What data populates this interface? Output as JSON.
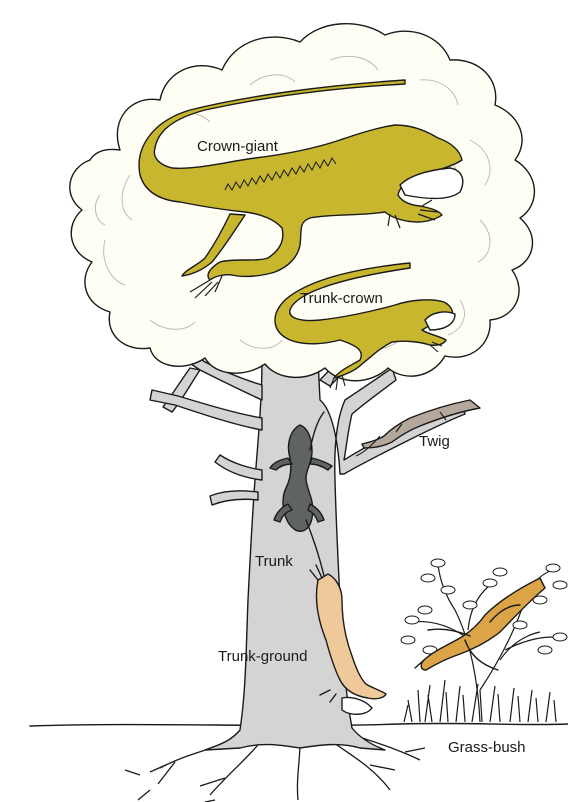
{
  "labels": {
    "crown_giant": "Crown-giant",
    "trunk_crown": "Trunk-crown",
    "twig": "Twig",
    "trunk": "Trunk",
    "trunk_ground": "Trunk-ground",
    "grass_bush": "Grass-bush"
  },
  "colors": {
    "crown_giant": "#c8b62e",
    "trunk_crown": "#c8b62e",
    "twig": "#b3a89b",
    "trunk": "#5f6461",
    "trunk_ground": "#f0c99a",
    "grass_bush": "#dba447",
    "tree": "#d4d4d4",
    "foliage": "#fffef4",
    "dewlap": "#ffffff"
  }
}
